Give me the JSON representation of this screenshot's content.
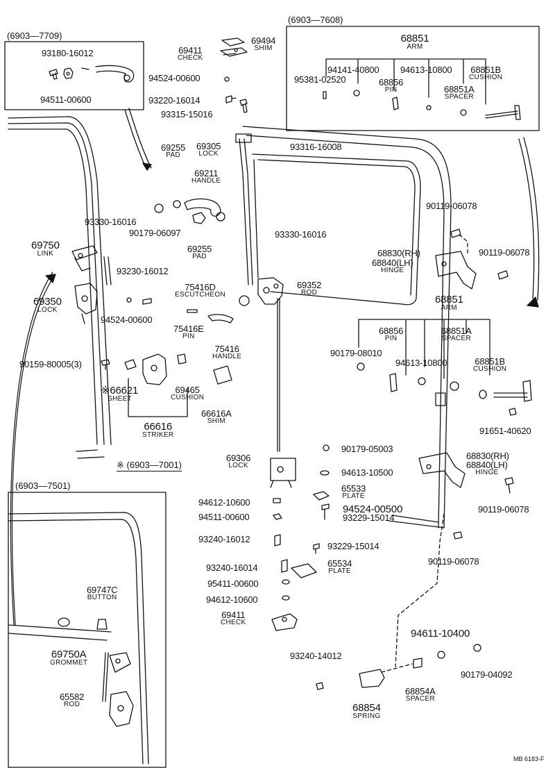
{
  "diagram": {
    "insets": [
      {
        "code": "(6903—7709)"
      },
      {
        "code": "(6903—7608)"
      },
      {
        "code": "(6903—7501)"
      }
    ],
    "note": "※ (6903—7001)",
    "parts": [
      {
        "number": "93180-16012",
        "name": ""
      },
      {
        "number": "94511-00600",
        "name": ""
      },
      {
        "number": "69411",
        "name": "CHECK"
      },
      {
        "number": "69494",
        "name": "SHIM"
      },
      {
        "number": "94524-00600",
        "name": ""
      },
      {
        "number": "93220-16014",
        "name": ""
      },
      {
        "number": "93315-15016",
        "name": ""
      },
      {
        "number": "68851",
        "name": "ARM"
      },
      {
        "number": "94141-40800",
        "name": ""
      },
      {
        "number": "94613-10800",
        "name": ""
      },
      {
        "number": "68851B",
        "name": "CUSHION"
      },
      {
        "number": "95381-02520",
        "name": ""
      },
      {
        "number": "68856",
        "name": "PIN"
      },
      {
        "number": "68851A",
        "name": "SPACER"
      },
      {
        "number": "69255",
        "name": "PAD"
      },
      {
        "number": "69305",
        "name": "LOCK"
      },
      {
        "number": "93316-16008",
        "name": ""
      },
      {
        "number": "69211",
        "name": "HANDLE"
      },
      {
        "number": "93330-16016",
        "name": ""
      },
      {
        "number": "90179-06097",
        "name": ""
      },
      {
        "number": "69255",
        "name": "PAD"
      },
      {
        "number": "69750",
        "name": "LINK"
      },
      {
        "number": "93230-16012",
        "name": ""
      },
      {
        "number": "93330-16016",
        "name": ""
      },
      {
        "number": "90119-06078",
        "name": ""
      },
      {
        "number": "90119-06078",
        "name": ""
      },
      {
        "number": "68830(RH)",
        "name": ""
      },
      {
        "number": "68840(LH)",
        "name": "HINGE"
      },
      {
        "number": "75416D",
        "name": "ESCUTCHEON"
      },
      {
        "number": "69352",
        "name": "ROD"
      },
      {
        "number": "69350",
        "name": "LOCK"
      },
      {
        "number": "94524-00600",
        "name": ""
      },
      {
        "number": "75416E",
        "name": "PIN"
      },
      {
        "number": "68851",
        "name": "ARM"
      },
      {
        "number": "68856",
        "name": "PIN"
      },
      {
        "number": "68851A",
        "name": "SPACER"
      },
      {
        "number": "90179-08010",
        "name": ""
      },
      {
        "number": "94613-10800",
        "name": ""
      },
      {
        "number": "75416",
        "name": "HANDLE"
      },
      {
        "number": "90159-80005(3)",
        "name": ""
      },
      {
        "number": "68851B",
        "name": "CUSHION"
      },
      {
        "number": "※66621",
        "name": "SHEET"
      },
      {
        "number": "69465",
        "name": "CUSHION"
      },
      {
        "number": "66616A",
        "name": "SHIM"
      },
      {
        "number": "66616",
        "name": "STRIKER"
      },
      {
        "number": "91651-40620",
        "name": ""
      },
      {
        "number": "90179-05003",
        "name": ""
      },
      {
        "number": "68830(RH)",
        "name": ""
      },
      {
        "number": "68840(LH)",
        "name": "HINGE"
      },
      {
        "number": "69306",
        "name": "LOCK"
      },
      {
        "number": "94613-10500",
        "name": ""
      },
      {
        "number": "65533",
        "name": "PLATE"
      },
      {
        "number": "94612-10600",
        "name": ""
      },
      {
        "number": "94524-00500",
        "name": ""
      },
      {
        "number": "94511-00600",
        "name": ""
      },
      {
        "number": "93229-15014",
        "name": ""
      },
      {
        "number": "90119-06078",
        "name": ""
      },
      {
        "number": "93240-16012",
        "name": ""
      },
      {
        "number": "93229-15014",
        "name": ""
      },
      {
        "number": "90119-06078",
        "name": ""
      },
      {
        "number": "93240-16014",
        "name": ""
      },
      {
        "number": "65534",
        "name": "PLATE"
      },
      {
        "number": "95411-00600",
        "name": ""
      },
      {
        "number": "94612-10600",
        "name": ""
      },
      {
        "number": "69411",
        "name": "CHECK"
      },
      {
        "number": "69747C",
        "name": "BUTTON"
      },
      {
        "number": "69750A",
        "name": "GROMMET"
      },
      {
        "number": "94611-10400",
        "name": ""
      },
      {
        "number": "93240-14012",
        "name": ""
      },
      {
        "number": "90179-04092",
        "name": ""
      },
      {
        "number": "65582",
        "name": "ROD"
      },
      {
        "number": "68854",
        "name": "SPRING"
      },
      {
        "number": "68854A",
        "name": "SPACER"
      }
    ],
    "footer_code": "MB 6183-F"
  }
}
